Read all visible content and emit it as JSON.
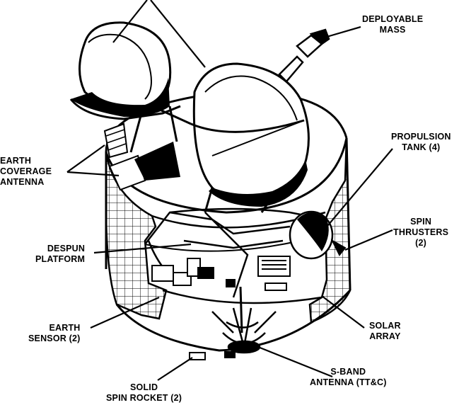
{
  "labels": {
    "deployable_mass": [
      "DEPLOYABLE",
      "MASS"
    ],
    "propulsion_tank": [
      "PROPULSION",
      "TANK (4)"
    ],
    "earth_coverage_antenna": [
      "EARTH",
      "COVERAGE",
      "ANTENNA"
    ],
    "spin_thrusters": [
      "SPIN",
      "THRUSTERS",
      "(2)"
    ],
    "despun_platform": [
      "DESPUN",
      "PLATFORM"
    ],
    "earth_sensor": [
      "EARTH",
      "SENSOR (2)"
    ],
    "solar_array": [
      "SOLAR",
      "ARRAY"
    ],
    "s_band_antenna": [
      "S-BAND",
      "ANTENNA (TT&C)"
    ],
    "solid_spin_rocket": [
      "SOLID",
      "SPIN ROCKET (2)"
    ]
  },
  "colors": {
    "ink": "#000000",
    "paper": "#ffffff"
  }
}
